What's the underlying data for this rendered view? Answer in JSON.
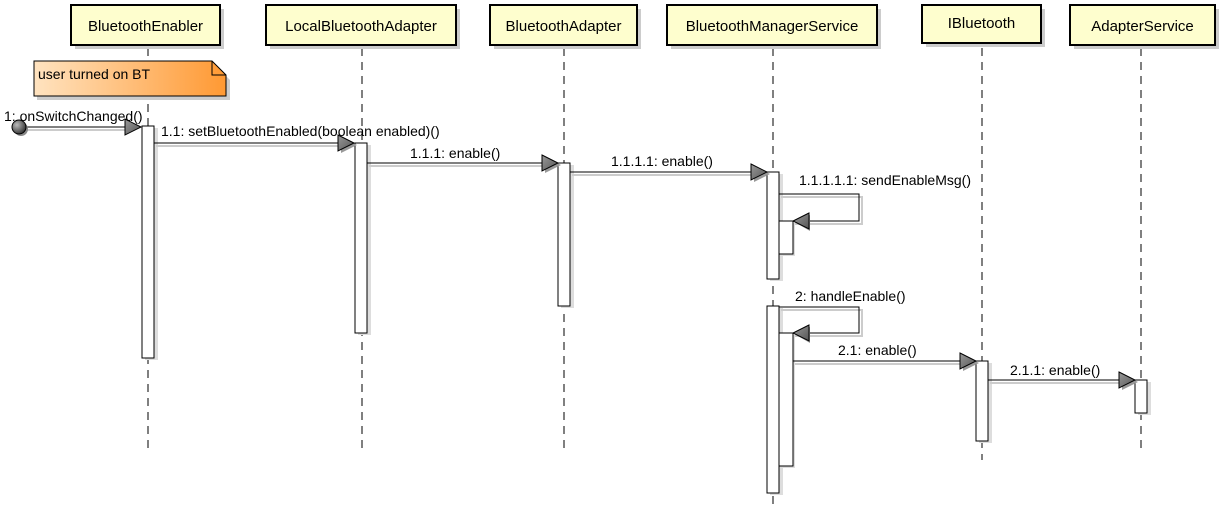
{
  "participants": [
    {
      "id": "bluetooth-enabler",
      "label": "BluetoothEnabler"
    },
    {
      "id": "local-bluetooth-adapter",
      "label": "LocalBluetoothAdapter"
    },
    {
      "id": "bluetooth-adapter",
      "label": "BluetoothAdapter"
    },
    {
      "id": "bluetooth-manager-service",
      "label": "BluetoothManagerService"
    },
    {
      "id": "ibluetooth",
      "label": "IBluetooth"
    },
    {
      "id": "adapter-service",
      "label": "AdapterService"
    }
  ],
  "note": {
    "text": "user turned on BT"
  },
  "messages": [
    {
      "id": "1",
      "label": "1: onSwitchChanged()"
    },
    {
      "id": "1-1",
      "label": "1.1: setBluetoothEnabled(boolean enabled)()"
    },
    {
      "id": "1-1-1",
      "label": "1.1.1: enable()"
    },
    {
      "id": "1-1-1-1",
      "label": "1.1.1.1: enable()"
    },
    {
      "id": "1-1-1-1-1",
      "label": "1.1.1.1.1: sendEnableMsg()"
    },
    {
      "id": "2",
      "label": "2: handleEnable()"
    },
    {
      "id": "2-1",
      "label": "2.1: enable()"
    },
    {
      "id": "2-1-1",
      "label": "2.1.1: enable()"
    }
  ],
  "colors": {
    "participant_fill": "#fefece",
    "note_fill_start": "#ffe0b2",
    "note_fill_end": "#ff9933",
    "line": "#000000",
    "shadow": "#cccccc"
  }
}
